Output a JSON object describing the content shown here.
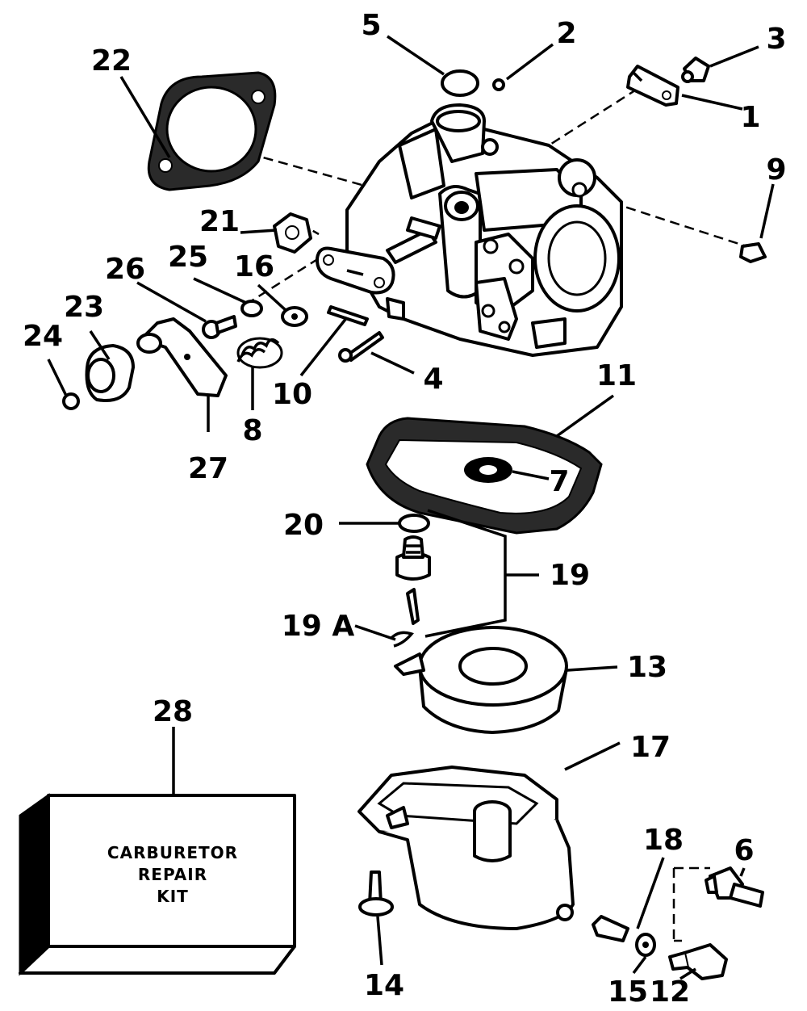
{
  "callouts": {
    "c1": "1",
    "c2": "2",
    "c3": "3",
    "c4": "4",
    "c5": "5",
    "c6": "6",
    "c7": "7",
    "c8": "8",
    "c9": "9",
    "c10": "10",
    "c11": "11",
    "c12": "12",
    "c13": "13",
    "c14": "14",
    "c15": "15",
    "c16": "16",
    "c17": "17",
    "c18": "18",
    "c19": "19",
    "c19a": "19 A",
    "c20": "20",
    "c21": "21",
    "c22": "22",
    "c23": "23",
    "c24": "24",
    "c25": "25",
    "c26": "26",
    "c27": "27",
    "c28": "28"
  },
  "repair_kit": {
    "line1": "CARBURETOR",
    "line2": "REPAIR",
    "line3": "KIT"
  }
}
